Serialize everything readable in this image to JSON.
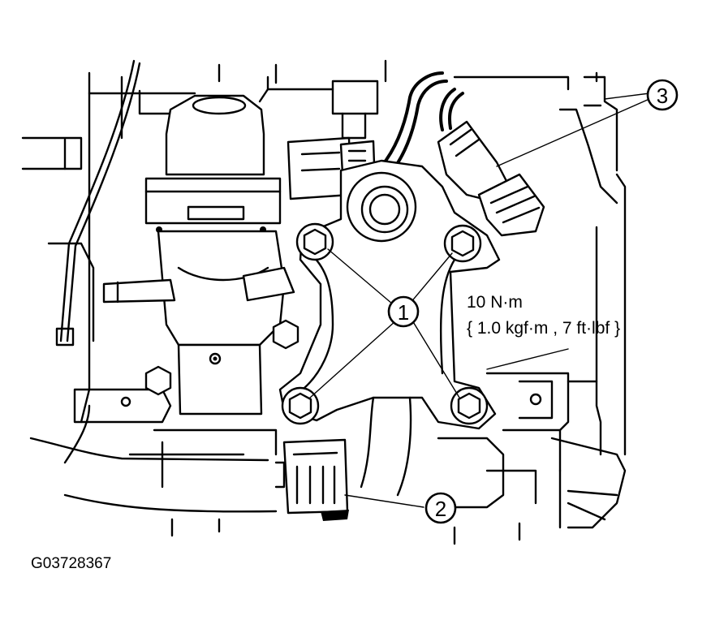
{
  "callouts": [
    {
      "id": "1",
      "label": "1"
    },
    {
      "id": "2",
      "label": "2"
    },
    {
      "id": "3",
      "label": "3"
    }
  ],
  "torque_spec": {
    "line1": "10 N·m",
    "line2": "{ 1.0 kgf·m , 7 ft·lbf }"
  },
  "figure_code": "G03728367"
}
